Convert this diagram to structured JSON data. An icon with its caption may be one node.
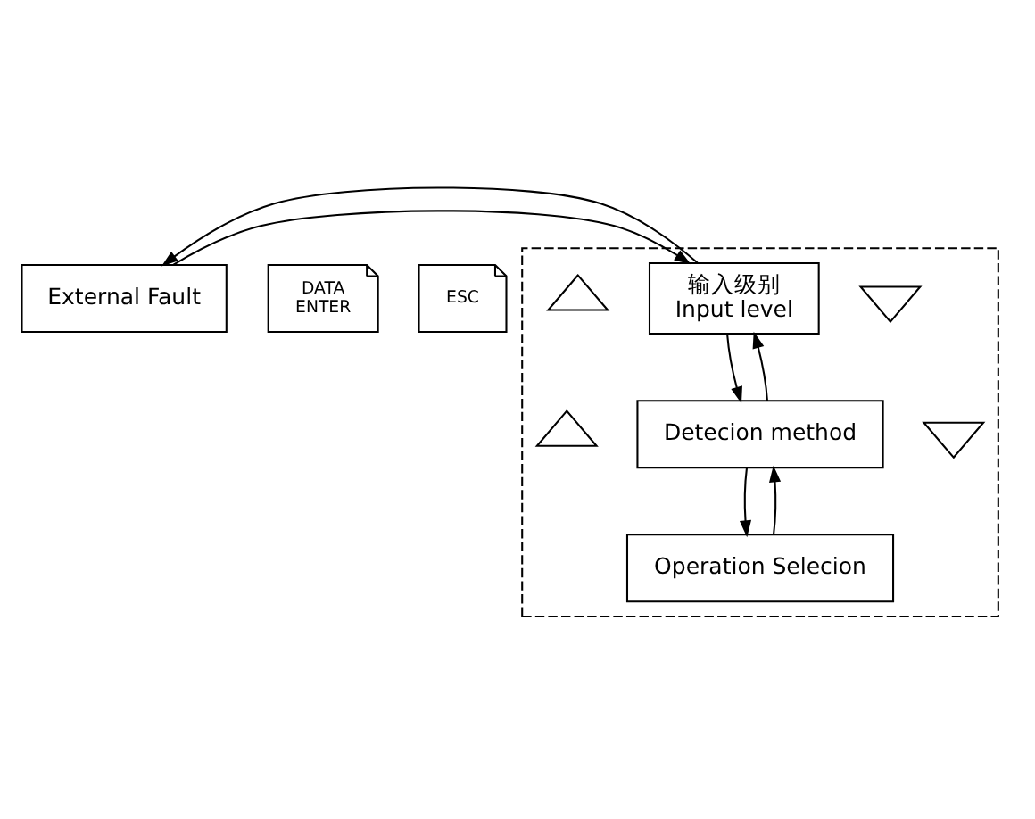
{
  "diagram": {
    "nodes": [
      {
        "text": [
          "DATA",
          "ENTER"
        ]
      },
      {
        "text": [
          "External Fault"
        ]
      },
      {
        "text": [
          "ESC"
        ]
      },
      {
        "text": [],
        "shape": "box"
      },
      {
        "text": [
          "输入级别",
          "Input level"
        ],
        "in": 3
      },
      {
        "text": [],
        "shape": "triangle",
        "in": 3
      },
      {
        "text": [],
        "shape": "triangle",
        "in": 3
      },
      {
        "text": [
          "Detecion method"
        ],
        "in": 3
      },
      {
        "text": [],
        "shape": "triangle",
        "in": 3
      },
      {
        "text": [],
        "shape": "triangle",
        "in": 3
      },
      {
        "text": [
          "Operation Selecion"
        ],
        "in": 3
      }
    ],
    "edges": [
      {
        "from": 1,
        "to": 4,
        "arrow": "to"
      },
      {
        "from": 4,
        "to": 1,
        "arrow": "to"
      },
      {
        "from": 4,
        "to": 7,
        "arrow": "to"
      },
      {
        "from": 7,
        "to": 4,
        "arrow": "to"
      },
      {
        "from": 7,
        "to": 10,
        "arrow": "to"
      },
      {
        "from": 10,
        "to": 7,
        "arrow": "to"
      }
    ]
  }
}
